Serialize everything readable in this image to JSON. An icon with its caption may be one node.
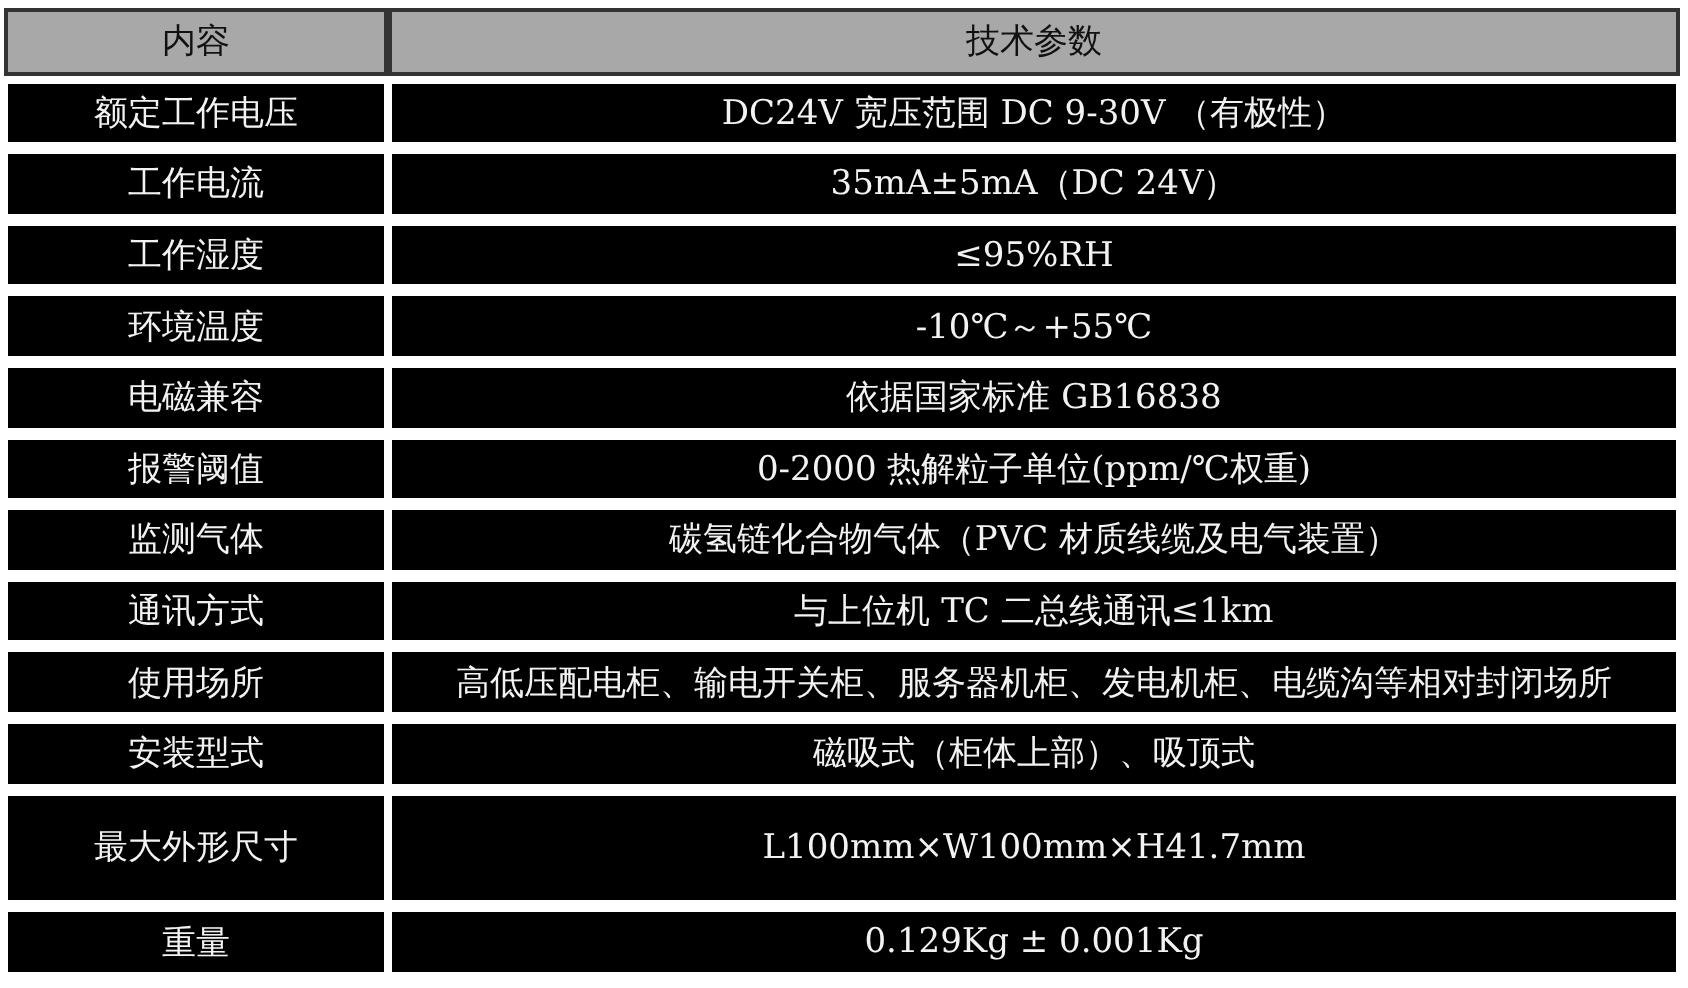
{
  "diagram": {
    "labels": [
      "内容",
      "技术参数",
      "额定工作电压",
      "DC24V 宽压范围 DC 9-30V （有极性）",
      "工作电流",
      "35mA±5mA（DC 24V）",
      "工作湿度",
      "≤95%RH",
      "环境温度",
      "-10℃～+55℃",
      "电磁兼容",
      "依据国家标准 GB16838",
      "报警阈值",
      "0-2000 热解粒子单位(ppm/℃权重)",
      "监测气体",
      "碳氢链化合物气体（PVC 材质线缆及电气装置）",
      "通讯方式",
      "与上位机 TC 二总线通讯≤1km",
      "使用场所",
      "高低压配电柜、输电开关柜、服务器机柜、发电机柜、电缆沟等相对封闭场所",
      "安装型式",
      "磁吸式（柜体上部）、吸顶式",
      "最大外形尺寸",
      "L100mm×W100mm×H41.7mm",
      "重量",
      "0.129Kg ± 0.001Kg"
    ]
  }
}
